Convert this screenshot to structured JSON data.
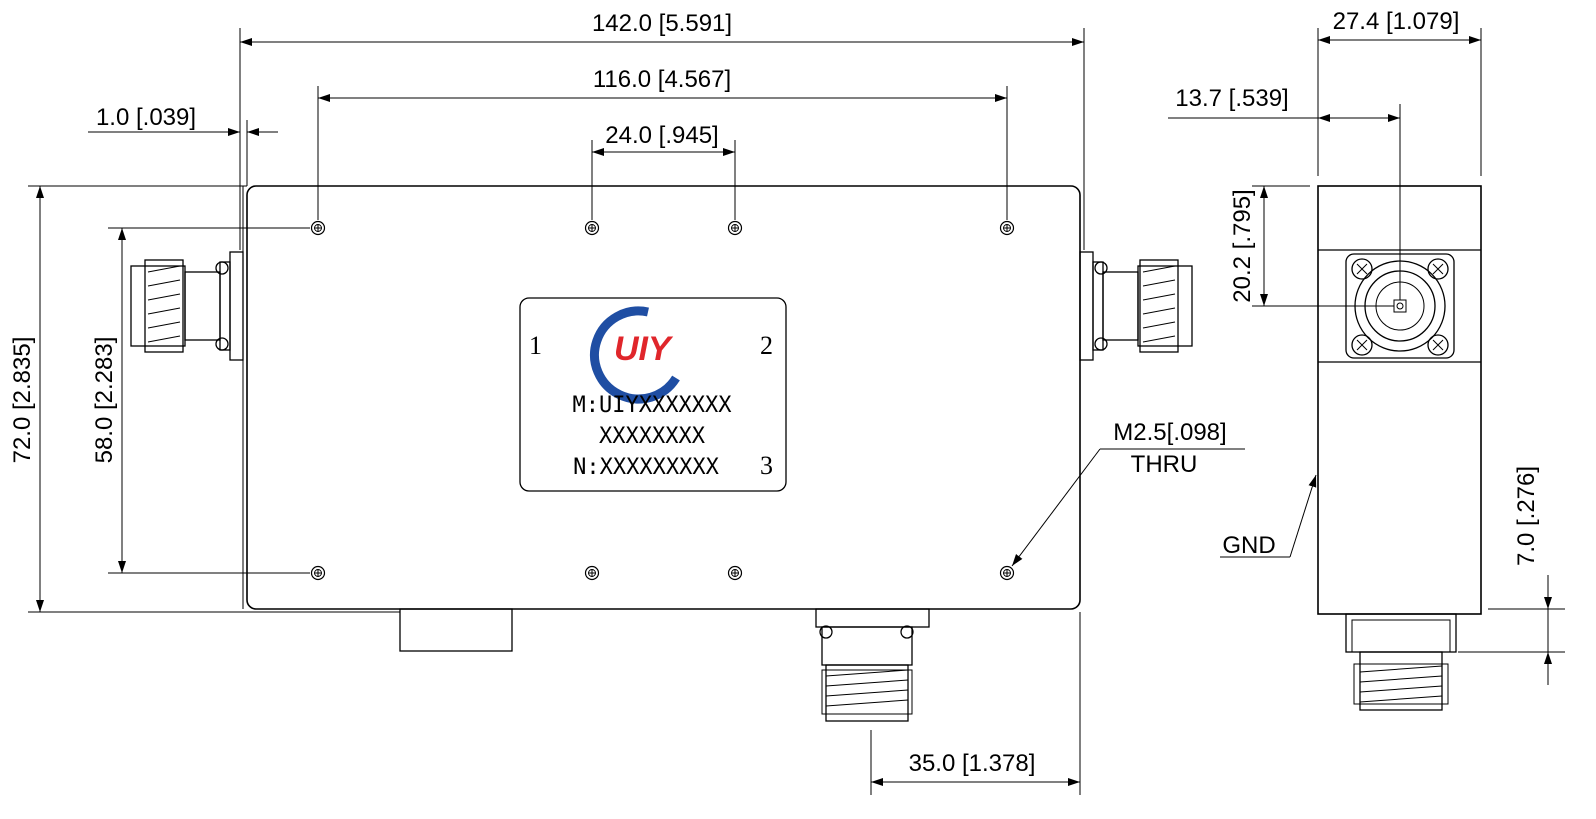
{
  "dimensions": {
    "overall_length": "142.0 [5.591]",
    "hole_spacing_long": "116.0 [4.567]",
    "hole_spacing_mid": "24.0 [.945]",
    "offset": "1.0 [.039]",
    "overall_height": "72.0 [2.835]",
    "hole_spacing_vertical": "58.0 [2.283]",
    "side_width": "27.4 [1.079]",
    "side_center": "13.7 [.539]",
    "connector_height": "20.2 [.795]",
    "gnd_offset": "7.0 [.276]",
    "port3_offset": "35.0 [1.378]"
  },
  "callouts": {
    "screw_line1": "M2.5[.098]",
    "screw_line2": "THRU",
    "gnd": "GND"
  },
  "label": {
    "brand": "UIY",
    "port1": "1",
    "port2": "2",
    "port3": "3",
    "model": "M:UIYXXXXXXX",
    "model_line2": "XXXXXXXX",
    "serial": "N:XXXXXXXXX"
  },
  "colors": {
    "logo_blue": "#1f4ea3",
    "logo_red": "#e0262b"
  }
}
